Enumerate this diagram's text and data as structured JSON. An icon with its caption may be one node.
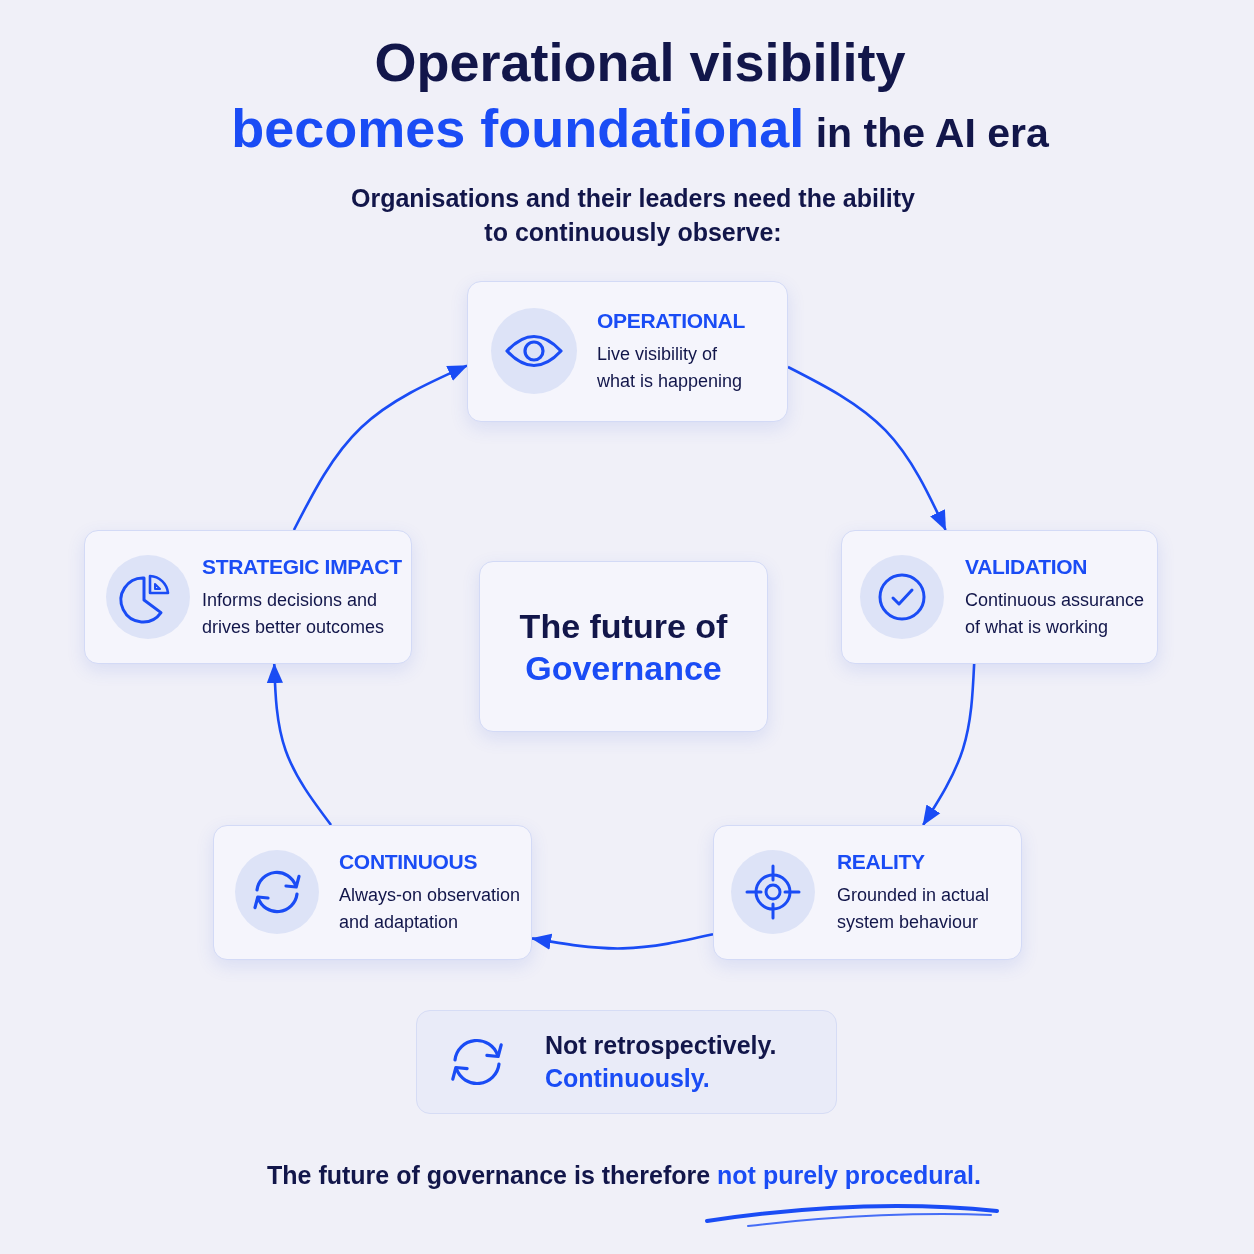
{
  "diagram": {
    "title": "Operational visibility **becomes foundational** in the AI era",
    "nodes": [
      {
        "text": [
          "OPERATIONAL",
          "Live visibility of what is happening"
        ]
      },
      {
        "text": [
          "STRATEGIC IMPACT",
          "Informs decisions and drives better outcomes"
        ]
      },
      {
        "text": [
          "The future of **Governance**"
        ]
      },
      {
        "text": [
          "VALIDATION",
          "Continuous assurance of what is working"
        ]
      },
      {
        "text": [
          "CONTINUOUS",
          "Always-on observation and adaptation"
        ]
      },
      {
        "text": [
          "REALITY",
          "Grounded in actual system behaviour"
        ]
      },
      {
        "text": [
          "Not retrospectively.",
          "Continuously."
        ]
      }
    ],
    "edges": [
      {
        "from": 0,
        "to": 3,
        "arrow": "to"
      },
      {
        "from": 3,
        "to": 5,
        "arrow": "to"
      },
      {
        "from": 5,
        "to": 4,
        "arrow": "to"
      },
      {
        "from": 4,
        "to": 1,
        "arrow": "to"
      },
      {
        "from": 1,
        "to": 0,
        "arrow": "to"
      }
    ],
    "labels": [
      "Organisations and their leaders need the ability to continuously observe:",
      "The future of governance is therefore **not purely procedural.**"
    ]
  }
}
